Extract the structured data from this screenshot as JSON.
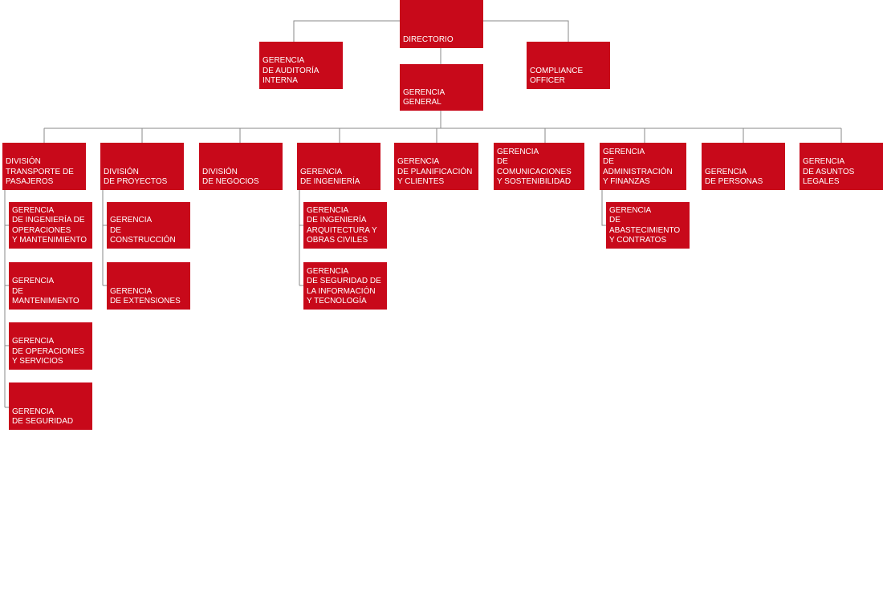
{
  "colors": {
    "box": "#c8091a",
    "line": "#8a8a8a",
    "text": "#ffffff"
  },
  "directorio": "DIRECTORIO",
  "auditoria": "GERENCIA\nDE AUDITORÍA\nINTERNA",
  "compliance": "COMPLIANCE\nOFFICER",
  "general": "GERENCIA\nGENERAL",
  "div_transporte": "DIVISIÓN\nTRANSPORTE DE\nPASAJEROS",
  "div_proyectos": "DIVISIÓN\nDE PROYECTOS",
  "div_negocios": "DIVISIÓN\nDE NEGOCIOS",
  "ger_ingenieria": "GERENCIA\nDE INGENIERÍA",
  "ger_planificacion": "GERENCIA\nDE PLANIFICACIÓN\nY CLIENTES",
  "ger_comunicaciones": "GERENCIA\nDE COMUNICACIONES\nY SOSTENIBILIDAD",
  "ger_administracion": "GERENCIA\nDE ADMINISTRACIÓN\nY FINANZAS",
  "ger_personas": "GERENCIA\nDE PERSONAS",
  "ger_legales": "GERENCIA\nDE ASUNTOS\nLEGALES",
  "sub_ing_operaciones": "GERENCIA\nDE INGENIERÍA DE\nOPERACIONES\nY MANTENIMIENTO",
  "sub_mantenimiento": "GERENCIA\nDE MANTENIMIENTO",
  "sub_operaciones": "GERENCIA\nDE OPERACIONES\nY SERVICIOS",
  "sub_seguridad": "GERENCIA\nDE SEGURIDAD",
  "sub_construccion": "GERENCIA\nDE CONSTRUCCIÓN",
  "sub_extensiones": "GERENCIA\nDE EXTENSIONES",
  "sub_arquitectura": "GERENCIA\nDE INGENIERÍA\nARQUITECTURA Y\nOBRAS CIVILES",
  "sub_seg_informacion": "GERENCIA\nDE SEGURIDAD DE\nLA INFORMACIÓN\nY TECNOLOGÍA",
  "sub_abastecimiento": "GERENCIA\nDE ABASTECIMIENTO\nY CONTRATOS"
}
